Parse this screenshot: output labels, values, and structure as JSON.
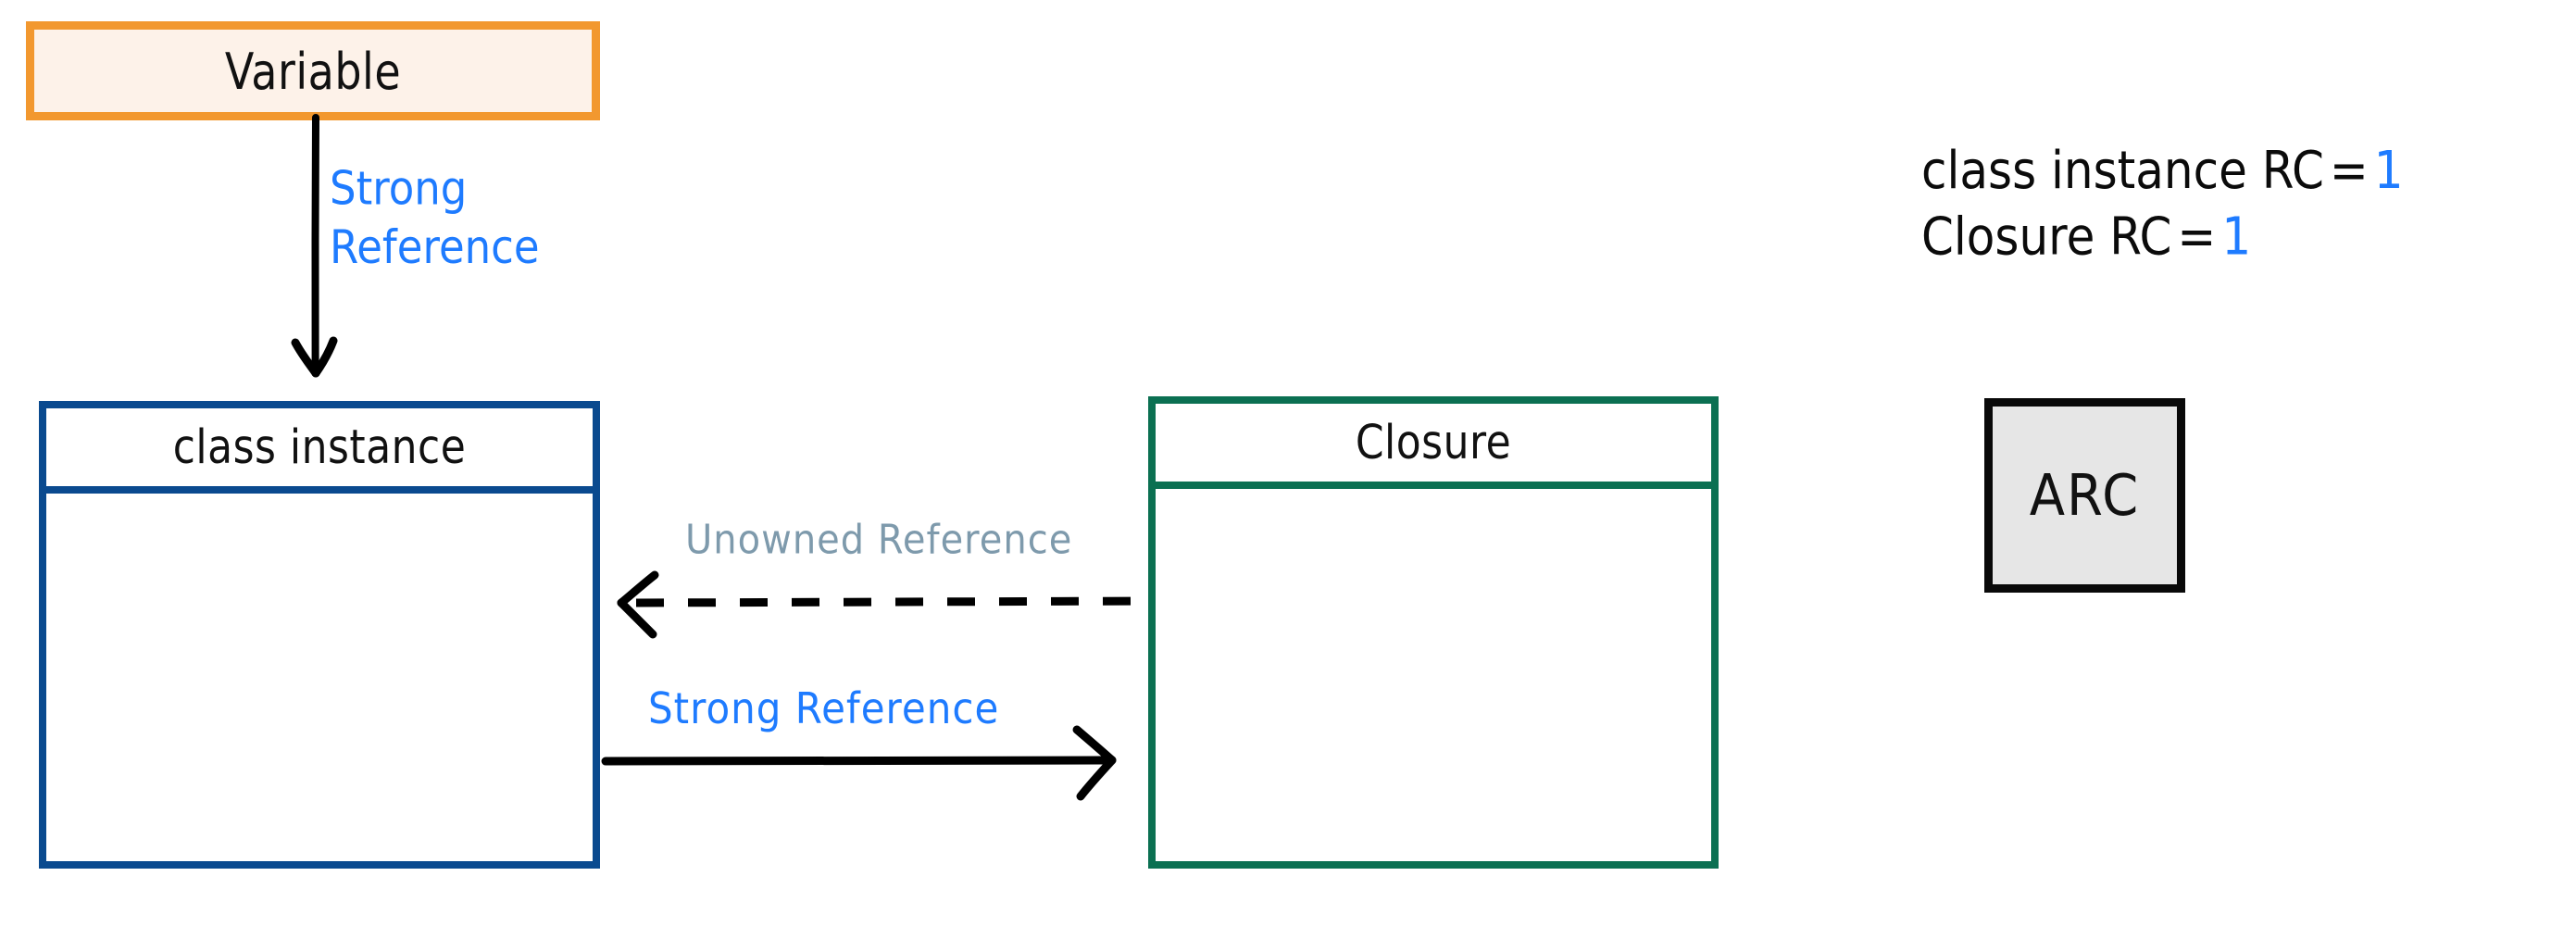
{
  "diagram": {
    "title": "ARC strong / unowned reference diagram",
    "background": "#FFFFFF",
    "colors": {
      "variable_border": "#F2982F",
      "variable_fill": "#FDF2E9",
      "class_instance_border": "#0A4A8F",
      "closure_border": "#0B7052",
      "arc_border": "#090909",
      "arc_fill": "#E6E6E6",
      "strong_reference_label": "#1E7BFF",
      "unowned_reference_label": "#7E9AAC",
      "arrow_stroke": "#000000"
    }
  },
  "nodes": {
    "variable": {
      "title": "Variable"
    },
    "class_instance": {
      "title": "class instance"
    },
    "closure": {
      "title": "Closure"
    },
    "arc": {
      "title": "ARC"
    }
  },
  "edges": {
    "variable_to_class_instance": {
      "label": "Strong\nReference",
      "label_line1": "Strong",
      "label_line2": "Reference",
      "style": "solid",
      "direction": "down",
      "color": "#1E7BFF"
    },
    "closure_to_class_instance": {
      "label": "Unowned Reference",
      "style": "dashed",
      "direction": "left",
      "color": "#7E9AAC"
    },
    "class_instance_to_closure": {
      "label": "Strong  Reference",
      "style": "solid",
      "direction": "right",
      "color": "#1E7BFF"
    }
  },
  "reference_counts": {
    "lines": [
      {
        "name": "class instance RC",
        "equals": "=",
        "value": "1"
      },
      {
        "name": "Closure RC",
        "equals": "=",
        "value": "1"
      }
    ],
    "line1_name": "class instance RC",
    "line1_value": "1",
    "line2_name": "Closure RC",
    "line2_value": "1",
    "equals": "="
  }
}
